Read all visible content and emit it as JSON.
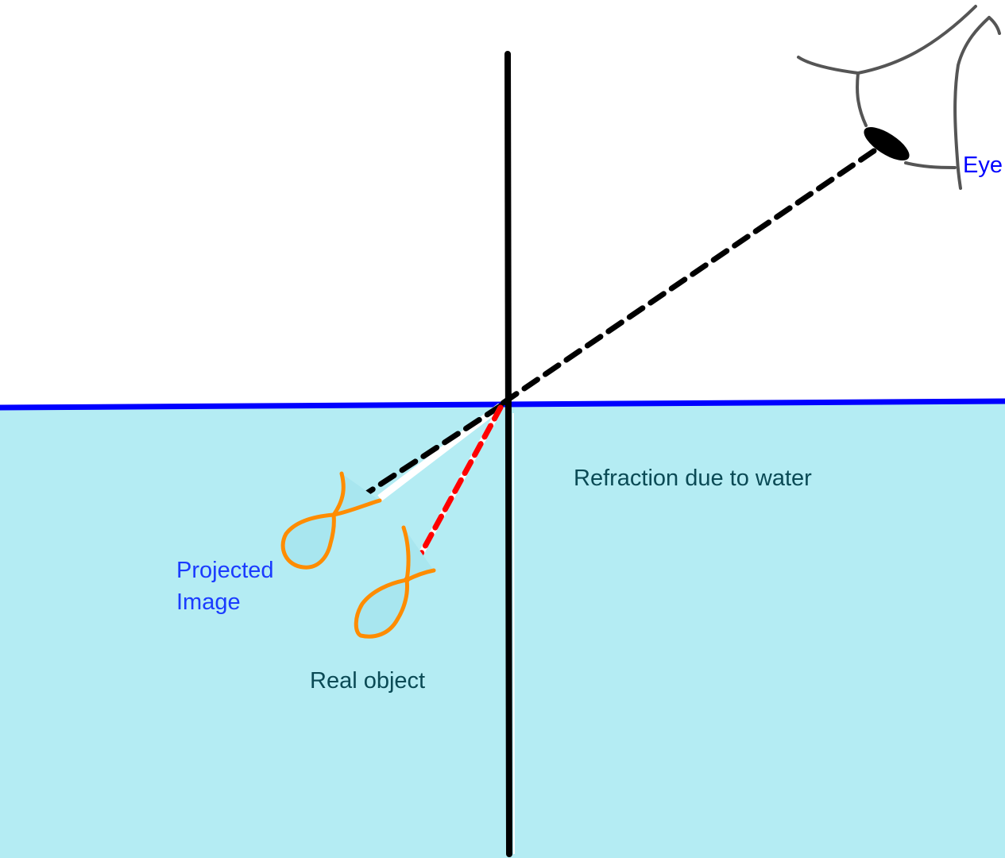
{
  "labels": {
    "eye": "Eye",
    "refraction": "Refraction due to water",
    "projected_line1": "Projected",
    "projected_line2": "Image",
    "real_object": "Real object"
  },
  "colors": {
    "water": "#b4ecf3",
    "water_surface": "#0000ff",
    "normal_line": "#000000",
    "ray_apparent": "#000000",
    "ray_refracted": "#ff0000",
    "fish": "#ff8c00",
    "fish_fill": "#a8e6ef",
    "eye_outline": "#555555",
    "label_blue": "#0000ff",
    "label_projected": "#1a3bff",
    "label_dark": "#0a4a55"
  },
  "icons": {
    "eye": "eye-icon",
    "fish": "fish-icon"
  }
}
